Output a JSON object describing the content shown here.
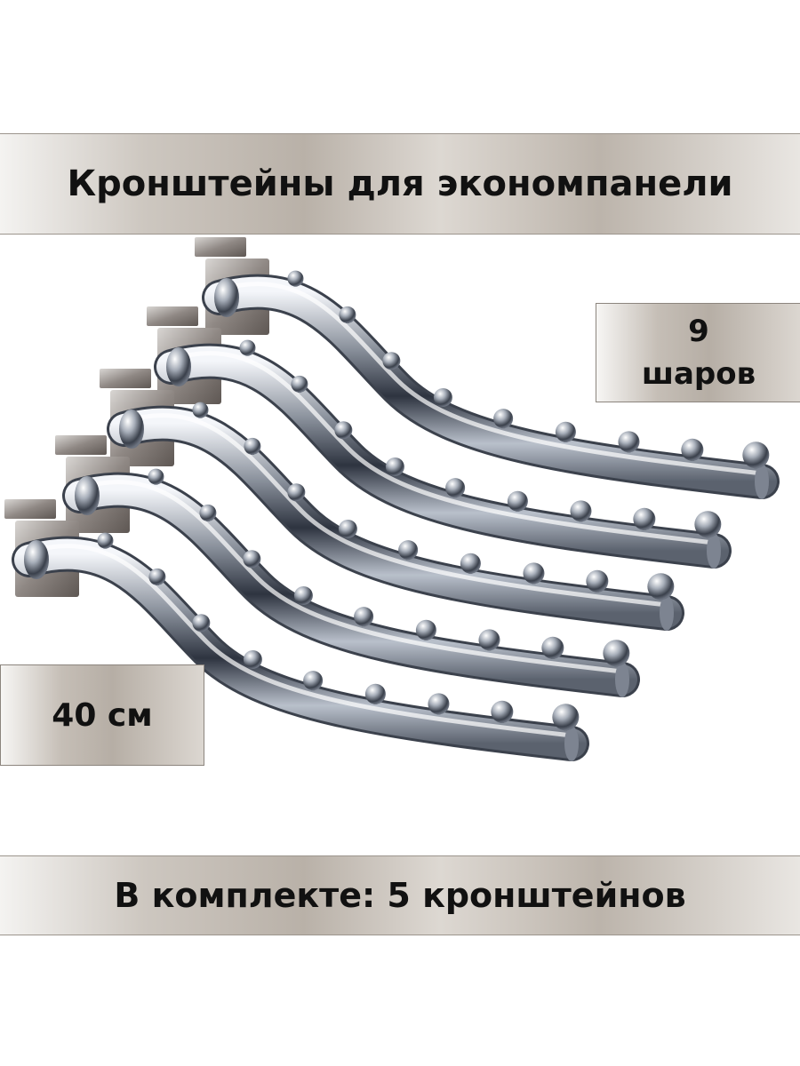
{
  "header": {
    "title": "Кронштейны для экономпанели"
  },
  "badges": {
    "ball_count": "9",
    "ball_word": "шаров",
    "length": "40 см"
  },
  "footer": {
    "text": "В комплекте: 5 кронштейнов"
  },
  "product": {
    "bracket_count": 5,
    "balls_per_bracket": 9
  }
}
